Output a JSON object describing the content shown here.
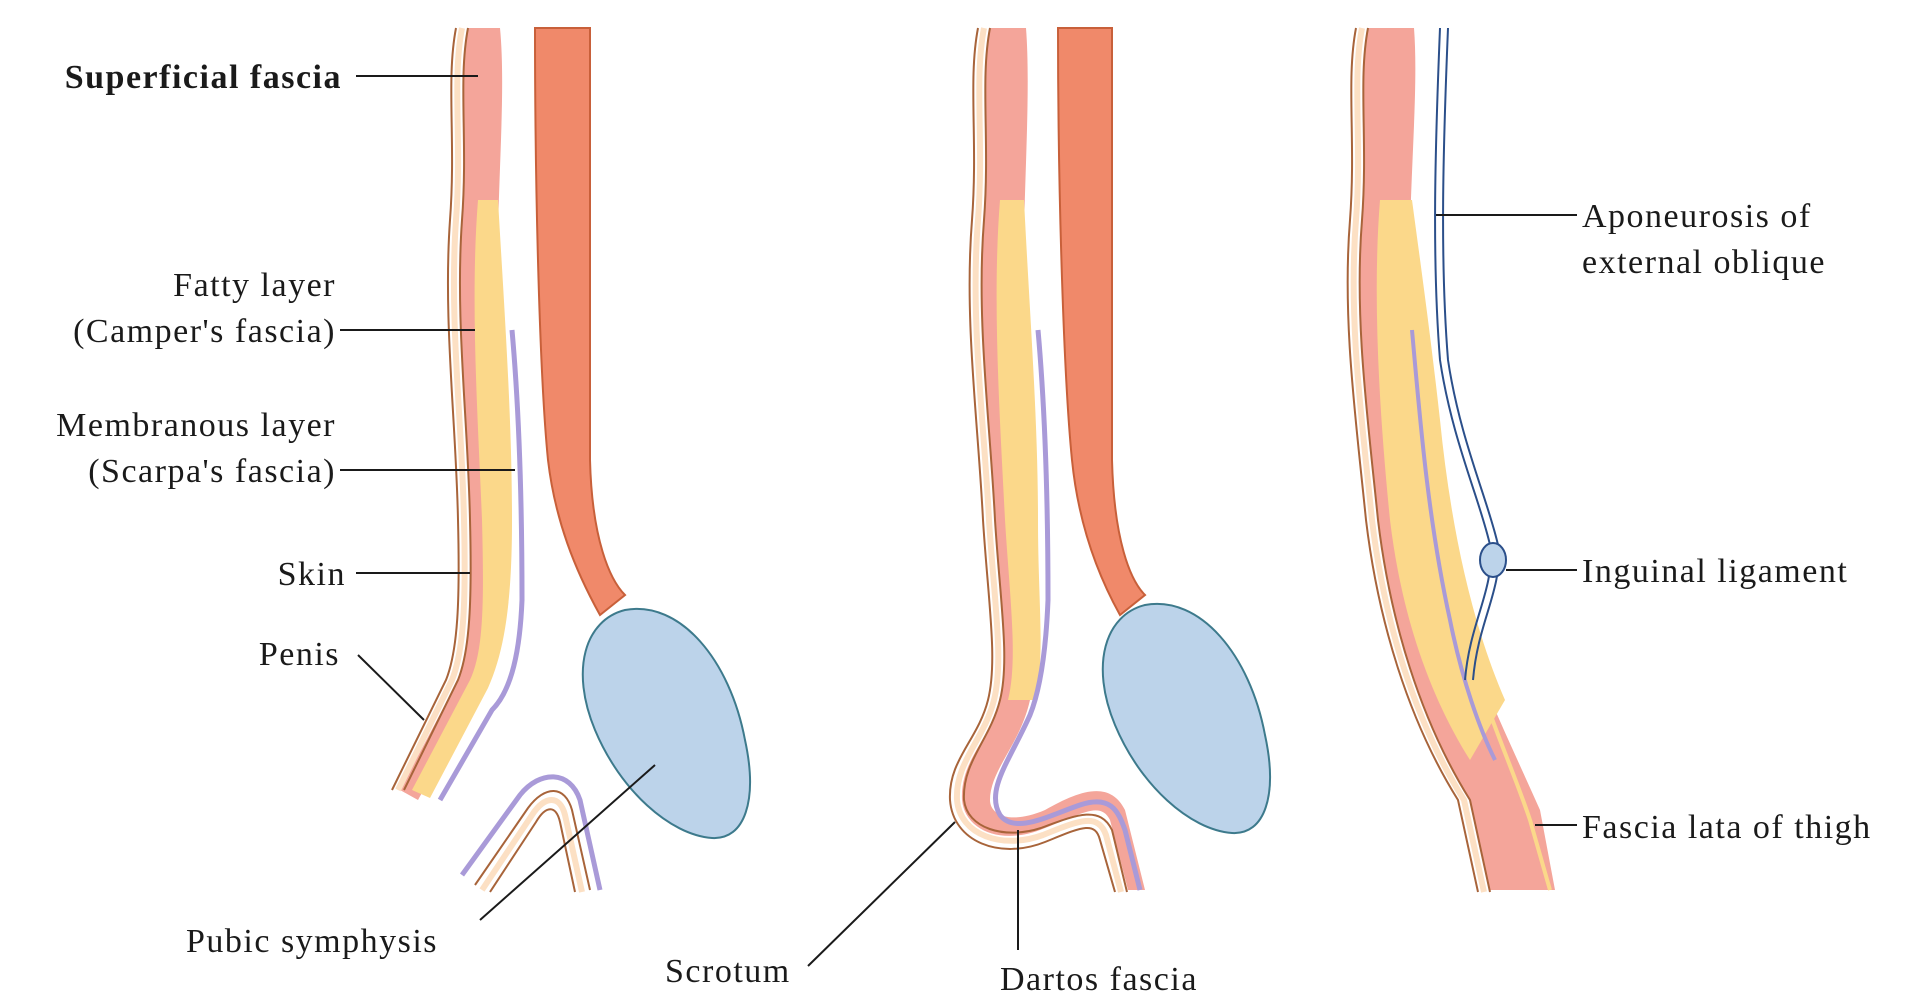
{
  "labels": {
    "superficial_fascia": "Superficial fascia",
    "fatty_layer_1": "Fatty layer",
    "fatty_layer_2": "(Camper's fascia)",
    "membranous_layer_1": "Membranous layer",
    "membranous_layer_2": "(Scarpa's fascia)",
    "skin": "Skin",
    "penis": "Penis",
    "pubic_symphysis": "Pubic symphysis",
    "scrotum": "Scrotum",
    "dartos_fascia": "Dartos fascia",
    "aponeurosis_1": "Aponeurosis of",
    "aponeurosis_2": "external oblique",
    "inguinal_ligament": "Inguinal ligament",
    "fascia_lata": "Fascia lata of thigh"
  },
  "colors": {
    "skin_outline": "#a8643a",
    "skin_fill": "#fce0c4",
    "fatty_layer": "#fbd88a",
    "membranous_layer": "#a99ad8",
    "muscle": "#f0896a",
    "muscle_outline": "#c8603a",
    "pink_layer": "#f4a59a",
    "organ_fill": "#bcd3ea",
    "organ_outline": "#3d7a8c",
    "aponeurosis": "#2b4f8a",
    "leader_line": "#1a1a1a"
  }
}
